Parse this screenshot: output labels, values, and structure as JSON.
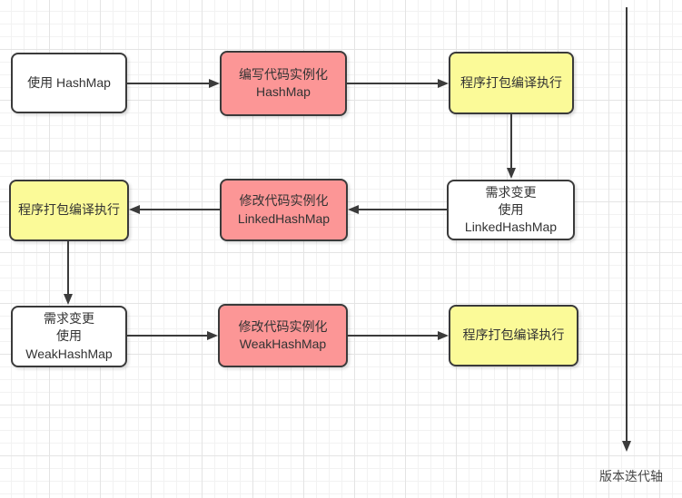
{
  "colors": {
    "canvas_background": "#ffffff",
    "grid_minor": "#f2f2f2",
    "grid_major": "#e4e4e4",
    "node_border": "#3a3a3a",
    "node_white": "#ffffff",
    "node_pink": "#FC9696",
    "node_yellow": "#FBFA98",
    "text": "#333333",
    "arrow": "#3b3b3b"
  },
  "nodes": [
    {
      "id": "use-hashmap",
      "type": "white",
      "lines": [
        "使用 HashMap"
      ]
    },
    {
      "id": "write-code-hashmap",
      "type": "pink",
      "lines": [
        "编写代码实例化",
        "HashMap"
      ]
    },
    {
      "id": "build-compile-run-1",
      "type": "yellow",
      "lines": [
        "程序打包编译执行"
      ]
    },
    {
      "id": "requirement-linkedhashmap",
      "type": "white",
      "lines": [
        "需求变更",
        "使用",
        "LinkedHashMap"
      ]
    },
    {
      "id": "modify-code-linkedhashmap",
      "type": "pink",
      "lines": [
        "修改代码实例化",
        "LinkedHashMap"
      ]
    },
    {
      "id": "build-compile-run-2",
      "type": "yellow",
      "lines": [
        "程序打包编译执行"
      ]
    },
    {
      "id": "requirement-weakhashmap",
      "type": "white",
      "lines": [
        "需求变更",
        "使用",
        "WeakHashMap"
      ]
    },
    {
      "id": "modify-code-weakhashmap",
      "type": "pink",
      "lines": [
        "修改代码实例化",
        "WeakHashMap"
      ]
    },
    {
      "id": "build-compile-run-3",
      "type": "yellow",
      "lines": [
        "程序打包编译执行"
      ]
    }
  ],
  "axis": {
    "label": "版本迭代轴"
  }
}
